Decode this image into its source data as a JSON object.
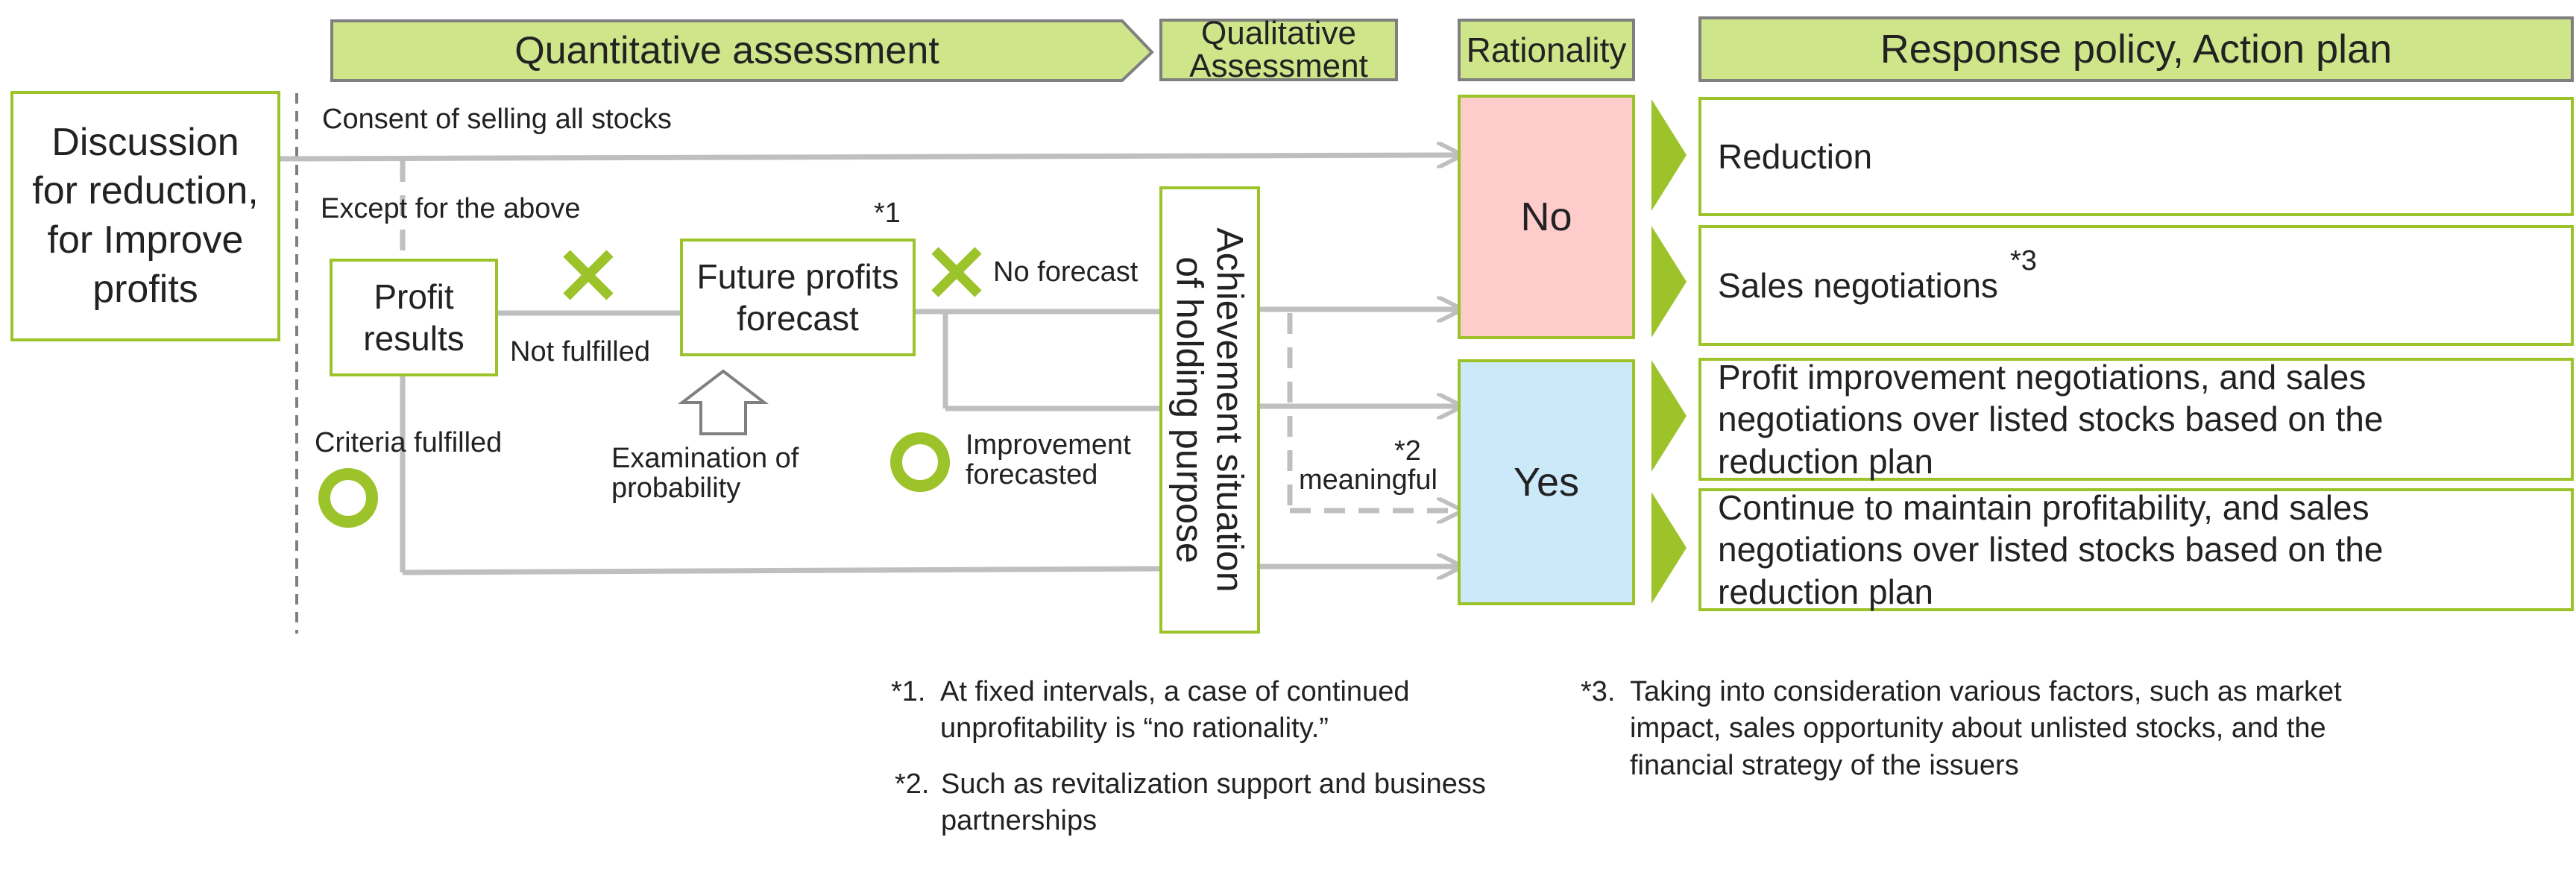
{
  "headers": {
    "quantitative": "Quantitative assessment",
    "qualitative_line1": "Qualitative",
    "qualitative_line2": "Assessment",
    "rationality": "Rationality",
    "response": "Response policy, Action plan"
  },
  "start_box": {
    "line1": "Discussion",
    "line2": "for reduction,",
    "line3": "for Improve",
    "line4": "profits"
  },
  "profit_results": {
    "line1": "Profit",
    "line2": "results"
  },
  "future_forecast": {
    "line1": "Future profits",
    "line2": "forecast"
  },
  "achievement": {
    "line1": "Achievement situation",
    "line2": "of holding purpose"
  },
  "labels": {
    "consent": "Consent of selling all stocks",
    "except": "Except for the above",
    "not_fulfilled": "Not fulfilled",
    "criteria_fulfilled": "Criteria fulfilled",
    "examination_line1": "Examination of",
    "examination_line2": "probability",
    "no_forecast": "No forecast",
    "improvement_line1": "Improvement",
    "improvement_line2": "forecasted",
    "meaningful": "meaningful",
    "mark1": "*1",
    "mark2": "*2",
    "mark3": "*3"
  },
  "rationality": {
    "no": "No",
    "yes": "Yes"
  },
  "responses": [
    {
      "line1": "Reduction"
    },
    {
      "line1": "Sales negotiations"
    },
    {
      "line1": "Profit improvement negotiations, and sales",
      "line2": "negotiations over listed stocks based on the",
      "line3": "reduction plan"
    },
    {
      "line1": "Continue to maintain profitability, and sales",
      "line2": "negotiations over listed stocks based on the",
      "line3": "reduction plan"
    }
  ],
  "notes": [
    {
      "mark": "*1.",
      "line1": "At fixed intervals, a case of continued",
      "line2": "unprofitability is “no rationality.”"
    },
    {
      "mark": "*2.",
      "line1": "Such as revitalization support and business",
      "line2": "partnerships"
    },
    {
      "mark": "*3.",
      "line1": "Taking into consideration various factors, such as market",
      "line2": "impact, sales opportunity about unlisted stocks, and the",
      "line3": "financial strategy of the issuers"
    }
  ],
  "colors": {
    "green_fill": "#cfe58a",
    "green_border": "#9cc32a",
    "arrow_gray": "#bfbfbf",
    "no_fill": "#ffcccc",
    "yes_fill": "#cce9f9",
    "mark_green": "#9cc32a"
  },
  "icons": {
    "cross": "cross-icon",
    "circle": "circle-icon",
    "up_arrow": "up-arrow-icon"
  }
}
